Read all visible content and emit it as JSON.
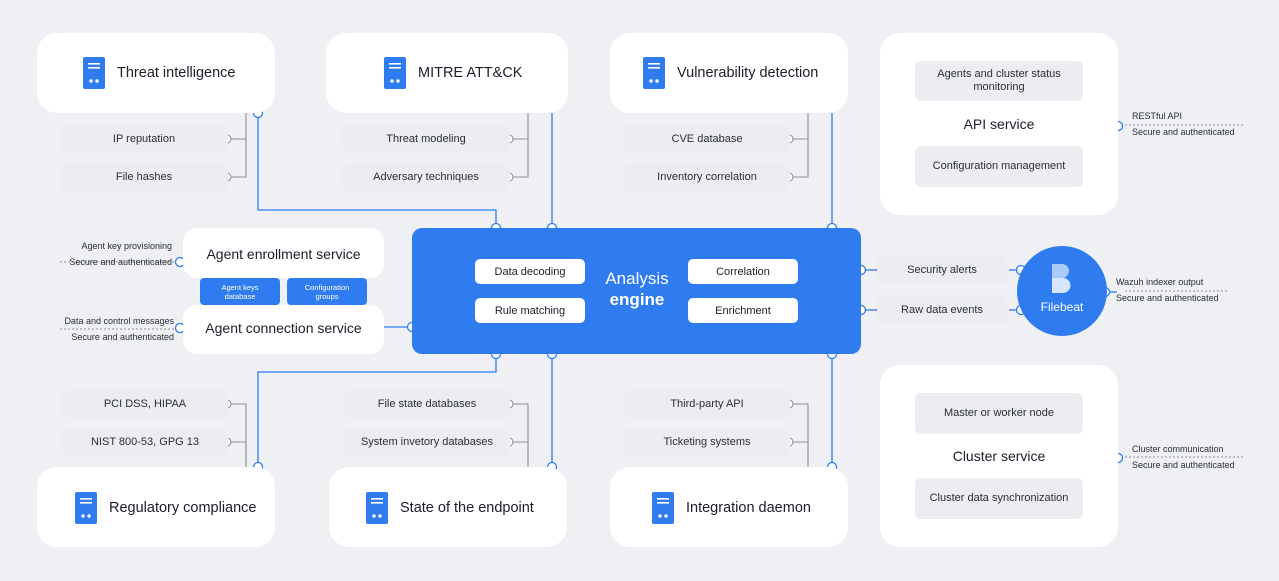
{
  "modules": {
    "threat_intel": {
      "title": "Threat intelligence",
      "items": [
        "IP reputation",
        "File hashes"
      ]
    },
    "mitre": {
      "title": "MITRE ATT&CK",
      "items": [
        "Threat modeling",
        "Adversary techniques"
      ]
    },
    "vuln": {
      "title": "Vulnerability detection",
      "items": [
        "CVE database",
        "Inventory correlation"
      ]
    },
    "regulatory": {
      "title": "Regulatory compliance",
      "items": [
        "PCI DSS, HIPAA",
        "NIST 800-53, GPG 13"
      ]
    },
    "endpoint": {
      "title": "State of the endpoint",
      "items": [
        "File state databases",
        "System invetory databases"
      ]
    },
    "integration": {
      "title": "Integration daemon",
      "items": [
        "Third-party API",
        "Ticketing systems"
      ]
    }
  },
  "api_service": {
    "title": "API service",
    "items": [
      "Agents and cluster status monitoring",
      "Configuration management"
    ],
    "note_line1": "RESTful API",
    "note_line2": "Secure and authenticated"
  },
  "cluster_service": {
    "title": "Cluster service",
    "items": [
      "Master or worker node",
      "Cluster data synchronization"
    ],
    "note_line1": "Cluster communication",
    "note_line2": "Secure and authenticated"
  },
  "enrollment": {
    "title": "Agent enrollment service",
    "note_line1": "Agent key provisioning",
    "note_line2": "Secure and authenticated"
  },
  "connection": {
    "title": "Agent connection service",
    "note_line1": "Data and control messages",
    "note_line2": "Secure and authenticated"
  },
  "agent_dbs": [
    "Agent keys database",
    "Configuration groups"
  ],
  "engine": {
    "title_line1": "Analysis",
    "title_line2": "engine",
    "items": [
      "Data decoding",
      "Rule matching",
      "Correlation",
      "Enrichment"
    ]
  },
  "outputs": [
    "Security alerts",
    "Raw data events"
  ],
  "filebeat": {
    "label": "Filebeat",
    "note_line1": "Wazuh indexer output",
    "note_line2": "Secure and authenticated"
  },
  "colors": {
    "accent": "#2f7cf0",
    "wire": "#2f7cf0",
    "gray_wire": "#8d8f99",
    "background": "#eef0f3"
  }
}
